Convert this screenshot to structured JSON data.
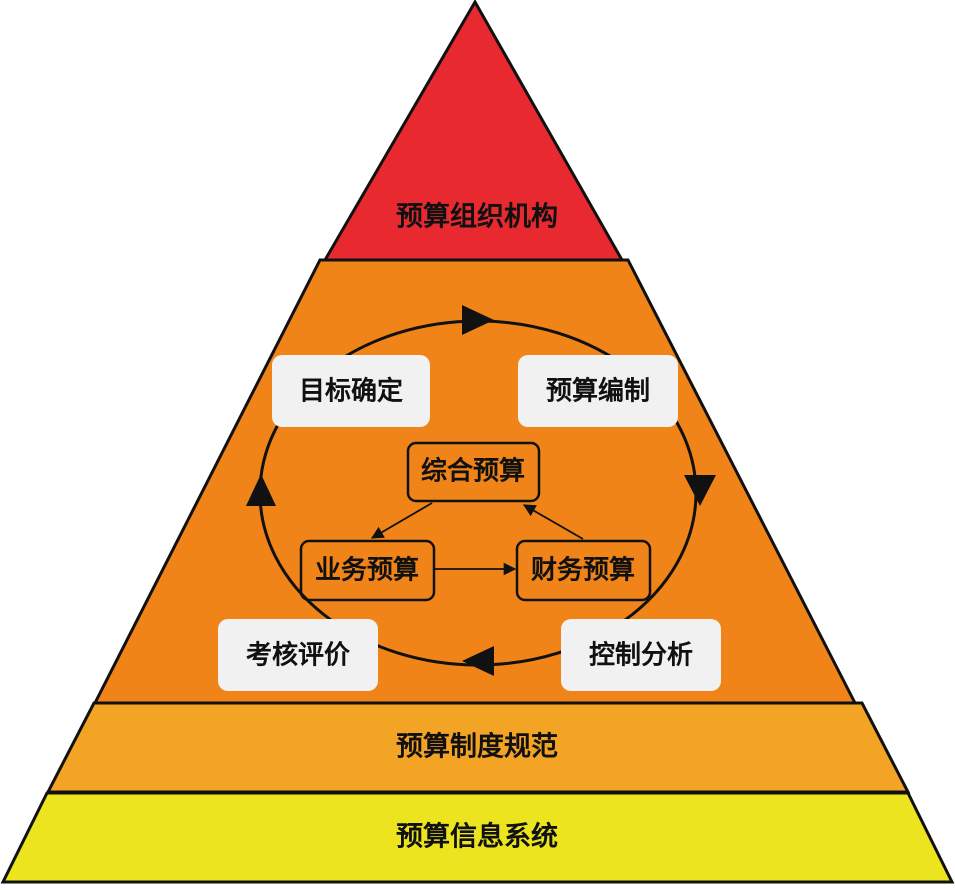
{
  "pyramid": {
    "top_label": "预算组织机构",
    "band_label": "预算制度规范",
    "base_label": "预算信息系统"
  },
  "cycle": {
    "steps": {
      "target": "目标确定",
      "compile": "预算编制",
      "control": "控制分析",
      "evaluate": "考核评价"
    },
    "inner": {
      "master": "综合预算",
      "business": "业务预算",
      "financial": "财务预算"
    }
  },
  "colors": {
    "top": "#E8292F",
    "middle": "#F08419",
    "band": "#F4A424",
    "base": "#ECE41E",
    "step_box": "#F1F1F1",
    "outline": "#111111"
  }
}
